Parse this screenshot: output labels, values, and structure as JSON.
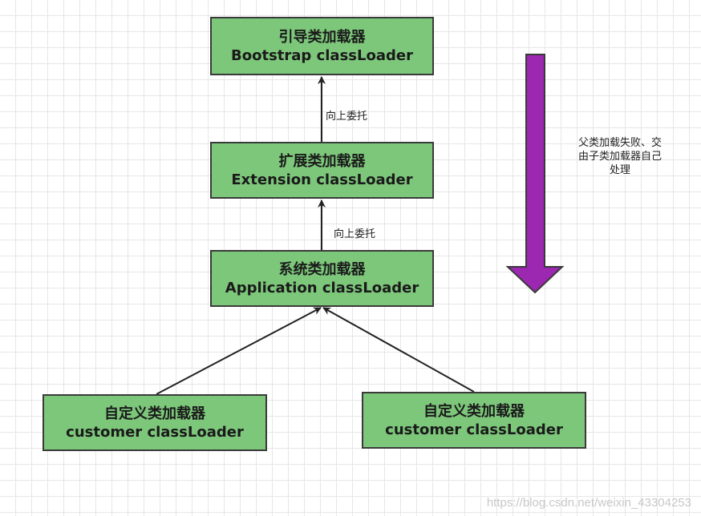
{
  "boxes": {
    "bootstrap": {
      "cn": "引导类加载器",
      "en": "Bootstrap classLoader"
    },
    "extension": {
      "cn": "扩展类加载器",
      "en": "Extension classLoader"
    },
    "application": {
      "cn": "系统类加载器",
      "en": "Application classLoader"
    },
    "custom_left": {
      "cn": "自定义类加载器",
      "en": "customer classLoader"
    },
    "custom_right": {
      "cn": "自定义类加载器",
      "en": "customer classLoader"
    }
  },
  "edges": {
    "ext_to_boot": "向上委托",
    "app_to_ext": "向上委托"
  },
  "note": {
    "lines": [
      "父类加载失败、交",
      "由子类加载器自己",
      "处理"
    ]
  },
  "colors": {
    "box_fill": "#7dc77b",
    "box_border": "#3a3a3a",
    "big_arrow": "#9c27b0"
  },
  "watermark": "https://blog.csdn.net/weixin_43304253"
}
